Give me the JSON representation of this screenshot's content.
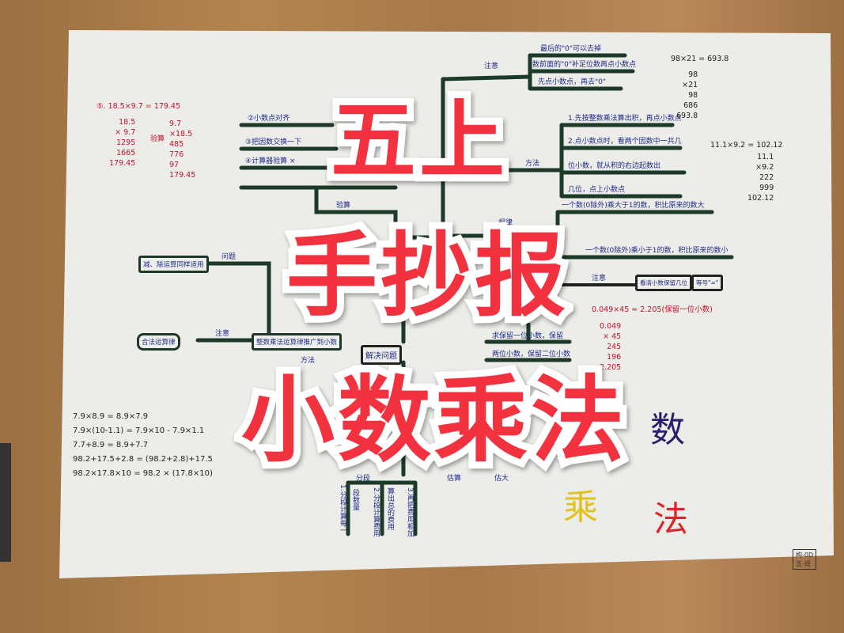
{
  "overlay": {
    "line1": "五上",
    "line2": "手抄报",
    "line3": "小数乘法",
    "color": "#f2323f"
  },
  "decor": {
    "shu": "数",
    "cheng": "乘",
    "fa": "法",
    "shu_color": "#2a1d6e",
    "cheng_color": "#e0c21a",
    "fa_color": "#d8282e"
  },
  "mindmap": {
    "attention_top": {
      "label": "注意",
      "items": [
        "最后的\"0\"可以去掉",
        "数前面的\"0\"补足位数再点小数点",
        "先点小数点，再去\"0\""
      ]
    },
    "method": {
      "label": "方法",
      "items": [
        "1.先按整数乘法算出积，再点小数点",
        "2.点小数点时，看两个因数中一共几",
        "位小数，就从积的右边起数出",
        "几位，点上小数点"
      ]
    },
    "rule": {
      "label": "规律",
      "items": [
        "一个数(0除外)乘大于1的数，积比原来的数大",
        "一个数(0除外)乘小于1的数，积比原来的数小"
      ]
    },
    "check": {
      "label": "验算",
      "items": [
        "②小数点对齐",
        "③把因数交换一下",
        "④计算器验算 ×"
      ]
    },
    "problem": {
      "label": "问题",
      "box": "减、除运算同样适用"
    },
    "attention_left": {
      "label": "注意",
      "box": "合法运算律"
    },
    "extend_box": "整数乘法运算律推广到小数",
    "solve_box": "解决问题",
    "method_label2": "方法",
    "attention_right": {
      "label": "注意",
      "box1": "看清小数保留几位",
      "box2": "等号\"≈\""
    },
    "round": [
      "求保留一位小数，保留",
      "两位小数，保留二位小数"
    ],
    "bottom_items": [
      "1.分段计算每一",
      "段数量",
      "2.分段计算费用",
      "算出总的费用",
      "3.再把费用相加"
    ],
    "bottom_small": [
      "分段",
      "估算",
      "估大"
    ]
  },
  "equations": {
    "red_top_left": [
      "⑤. 18.5×9.7 = 179.45",
      "18.5",
      "× 9.7",
      "1295",
      "1665",
      "179.45",
      "9.7",
      "×18.5",
      "485",
      "776",
      "97",
      "179.45",
      "验算"
    ],
    "top_right_1": [
      "98×21 = 693.8",
      "98",
      "×21",
      "98",
      "686",
      "693.8"
    ],
    "top_right_2": [
      "11.1×9.2 = 102.12",
      "11.1",
      "×9.2",
      "222",
      "999",
      "102.12"
    ],
    "red_right": [
      "0.049×45 ≈ 2.205(保留一位小数)",
      "0.049",
      "× 45",
      "245",
      "196",
      "2.205"
    ],
    "bottom_left": [
      "7.9×8.9 = 8.9×7.9",
      "7.9×(10-1.1) = 7.9×10 - 7.9×1.1",
      "7.7+8.9 = 8.9+7.7",
      "98.2+17.5+2.8 = (98.2+2.8)+17.5",
      "98.2×17.8×10 = 98.2 × (17.8×10)"
    ]
  },
  "stamp": [
    "构-0D",
    "五-班"
  ]
}
